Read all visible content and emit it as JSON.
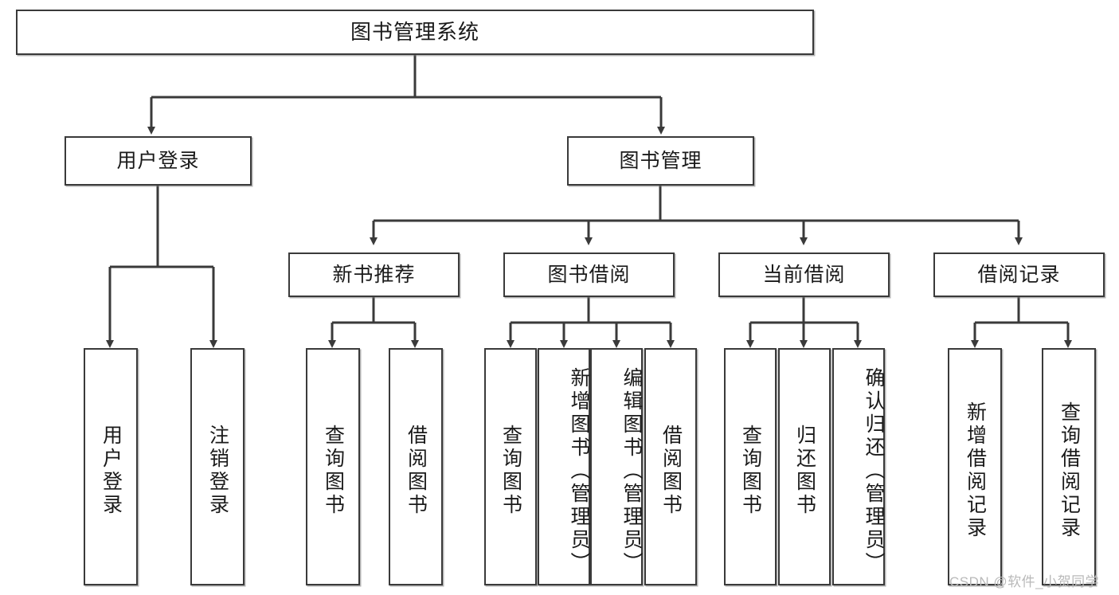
{
  "diagram": {
    "title": "图书管理系统",
    "type": "tree-hierarchy",
    "root": {
      "label": "图书管理系统"
    },
    "level2": [
      {
        "label": "用户登录"
      },
      {
        "label": "图书管理"
      }
    ],
    "level3": [
      {
        "label": "新书推荐"
      },
      {
        "label": "图书借阅"
      },
      {
        "label": "当前借阅"
      },
      {
        "label": "借阅记录"
      }
    ],
    "leaves": {
      "user_login": [
        {
          "label": "用户登录"
        },
        {
          "label": "注销登录"
        }
      ],
      "new_book_recommend": [
        {
          "label": "查询图书"
        },
        {
          "label": "借阅图书"
        }
      ],
      "book_borrow": [
        {
          "label": "查询图书"
        },
        {
          "label": "新增图书（管理员）"
        },
        {
          "label": "编辑图书（管理员）"
        },
        {
          "label": "借阅图书"
        }
      ],
      "current_borrow": [
        {
          "label": "查询图书"
        },
        {
          "label": "归还图书"
        },
        {
          "label": "确认归还（管理员）"
        }
      ],
      "borrow_record": [
        {
          "label": "新增借阅记录"
        },
        {
          "label": "查询借阅记录"
        }
      ]
    }
  },
  "watermark": {
    "text": "CSDN @软件_小贺同学"
  },
  "colors": {
    "stroke": "#3a3a3a",
    "fill": "#ffffff",
    "text": "#1a1a1a",
    "watermark": "#b9b9b9"
  }
}
